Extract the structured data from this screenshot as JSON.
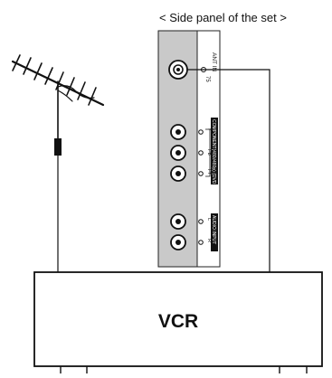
{
  "caption": "< Side panel of the set >",
  "panel": {
    "antenna_port_label": "ANT IN",
    "antenna_port_sublabel": "75",
    "component_label": "COMPONENT(480i/480p) (DVD INPUT)",
    "component_jacks": [
      "Y",
      "Pb",
      "Pr"
    ],
    "audio_label": "AUDIO INPUT",
    "audio_jacks": [
      "L",
      "R"
    ]
  },
  "vcr_label": "VCR"
}
